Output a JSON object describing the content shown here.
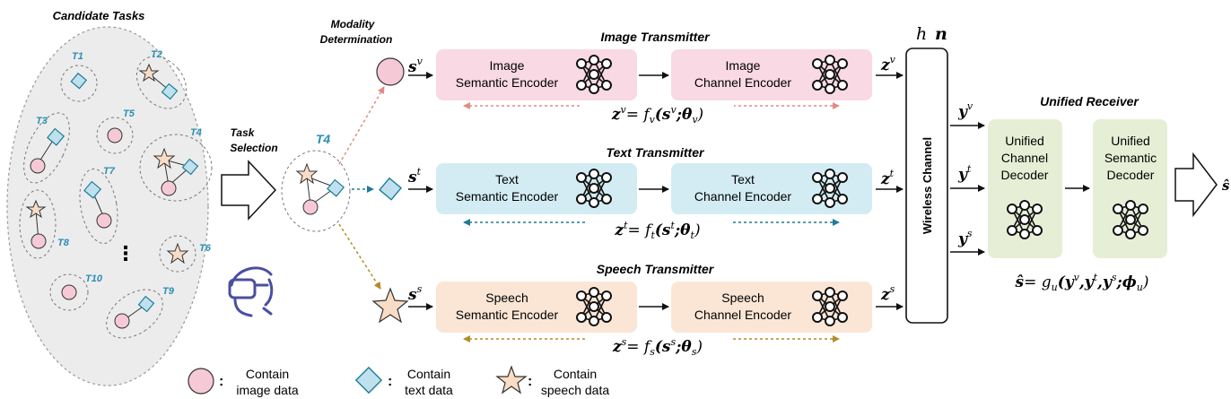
{
  "candidate_pool": {
    "title": "Candidate Tasks",
    "tasks": [
      "T1",
      "T2",
      "T3",
      "T4",
      "T5",
      "T6",
      "T7",
      "T8",
      "T9",
      "T10"
    ],
    "ellipsis": "⋮"
  },
  "task_selection": {
    "label_line1": "Task",
    "label_line2": "Selection",
    "selected": "T4"
  },
  "modality": {
    "label_line1": "Modality",
    "label_line2": "Determination"
  },
  "image_tx": {
    "title": "Image Transmitter",
    "semantic_l1": "Image",
    "semantic_l2": "Semantic Encoder",
    "channel_l1": "Image",
    "channel_l2": "Channel Encoder",
    "input_sym": "s",
    "input_sup": "v",
    "output_sym": "z",
    "output_sup": "v",
    "eq_lhs": "z",
    "eq_lhs_sup": "v",
    "eq_rhs": "= f",
    "eq_sub": "v",
    "eq_args": "(s",
    "eq_args_sup": "v",
    "eq_tail": ";θ",
    "eq_tail_sub": "v",
    "eq_close": ")"
  },
  "text_tx": {
    "title": "Text Transmitter",
    "semantic_l1": "Text",
    "semantic_l2": "Semantic Encoder",
    "channel_l1": "Text",
    "channel_l2": "Channel Encoder",
    "input_sym": "s",
    "input_sup": "t",
    "output_sym": "z",
    "output_sup": "t",
    "eq_lhs": "z",
    "eq_lhs_sup": "t",
    "eq_rhs": "= f",
    "eq_sub": "t",
    "eq_args": "(s",
    "eq_args_sup": "t",
    "eq_tail": ";θ",
    "eq_tail_sub": "t",
    "eq_close": ")"
  },
  "speech_tx": {
    "title": "Speech Transmitter",
    "semantic_l1": "Speech",
    "semantic_l2": "Semantic Encoder",
    "channel_l1": "Speech",
    "channel_l2": "Channel Encoder",
    "input_sym": "s",
    "input_sup": "s",
    "output_sym": "z",
    "output_sup": "s",
    "eq_lhs": "z",
    "eq_lhs_sup": "s",
    "eq_rhs": "= f",
    "eq_sub": "s",
    "eq_args": "(s",
    "eq_args_sup": "s",
    "eq_tail": ";θ",
    "eq_tail_sub": "s",
    "eq_close": ")"
  },
  "channel": {
    "label": "Wireless Channel",
    "h": "h",
    "n": "n"
  },
  "receiver": {
    "title": "Unified Receiver",
    "decoder_l1": "Unified",
    "decoder_l2": "Channel",
    "decoder_l3": "Decoder",
    "sem_l1": "Unified",
    "sem_l2": "Semantic",
    "sem_l3": "Decoder",
    "y": "y",
    "y_v": "v",
    "y_t": "t",
    "y_s": "s",
    "output": "ŝ",
    "eq_lhs": "ŝ",
    "eq_mid": "= g",
    "eq_sub": "u",
    "eq_args": "(y",
    "eq_a1": "v",
    "eq_c1": ",y",
    "eq_a2": "t",
    "eq_c2": ",y",
    "eq_a3": "s",
    "eq_c3": ";ϕ",
    "eq_a4": "u",
    "eq_close": ")"
  },
  "legend": {
    "image": {
      "line1": "Contain",
      "line2": "image data"
    },
    "text": {
      "line1": "Contain",
      "line2": "text data"
    },
    "speech": {
      "line1": "Contain",
      "line2": "speech data"
    },
    "colon": ":"
  },
  "colors": {
    "image_bg": "#f9d9e3",
    "text_bg": "#d3ecf3",
    "speech_bg": "#fbe6d6",
    "receiver_bg": "#e6efd6",
    "pool_bg": "#ececec",
    "image_arrow": "#e08b84",
    "text_arrow": "#1d7c99",
    "speech_arrow": "#b58b2a",
    "circle_fill": "#f6c9d6",
    "diamond_fill": "#bfe1ee",
    "star_fill": "#f8dcc6"
  }
}
